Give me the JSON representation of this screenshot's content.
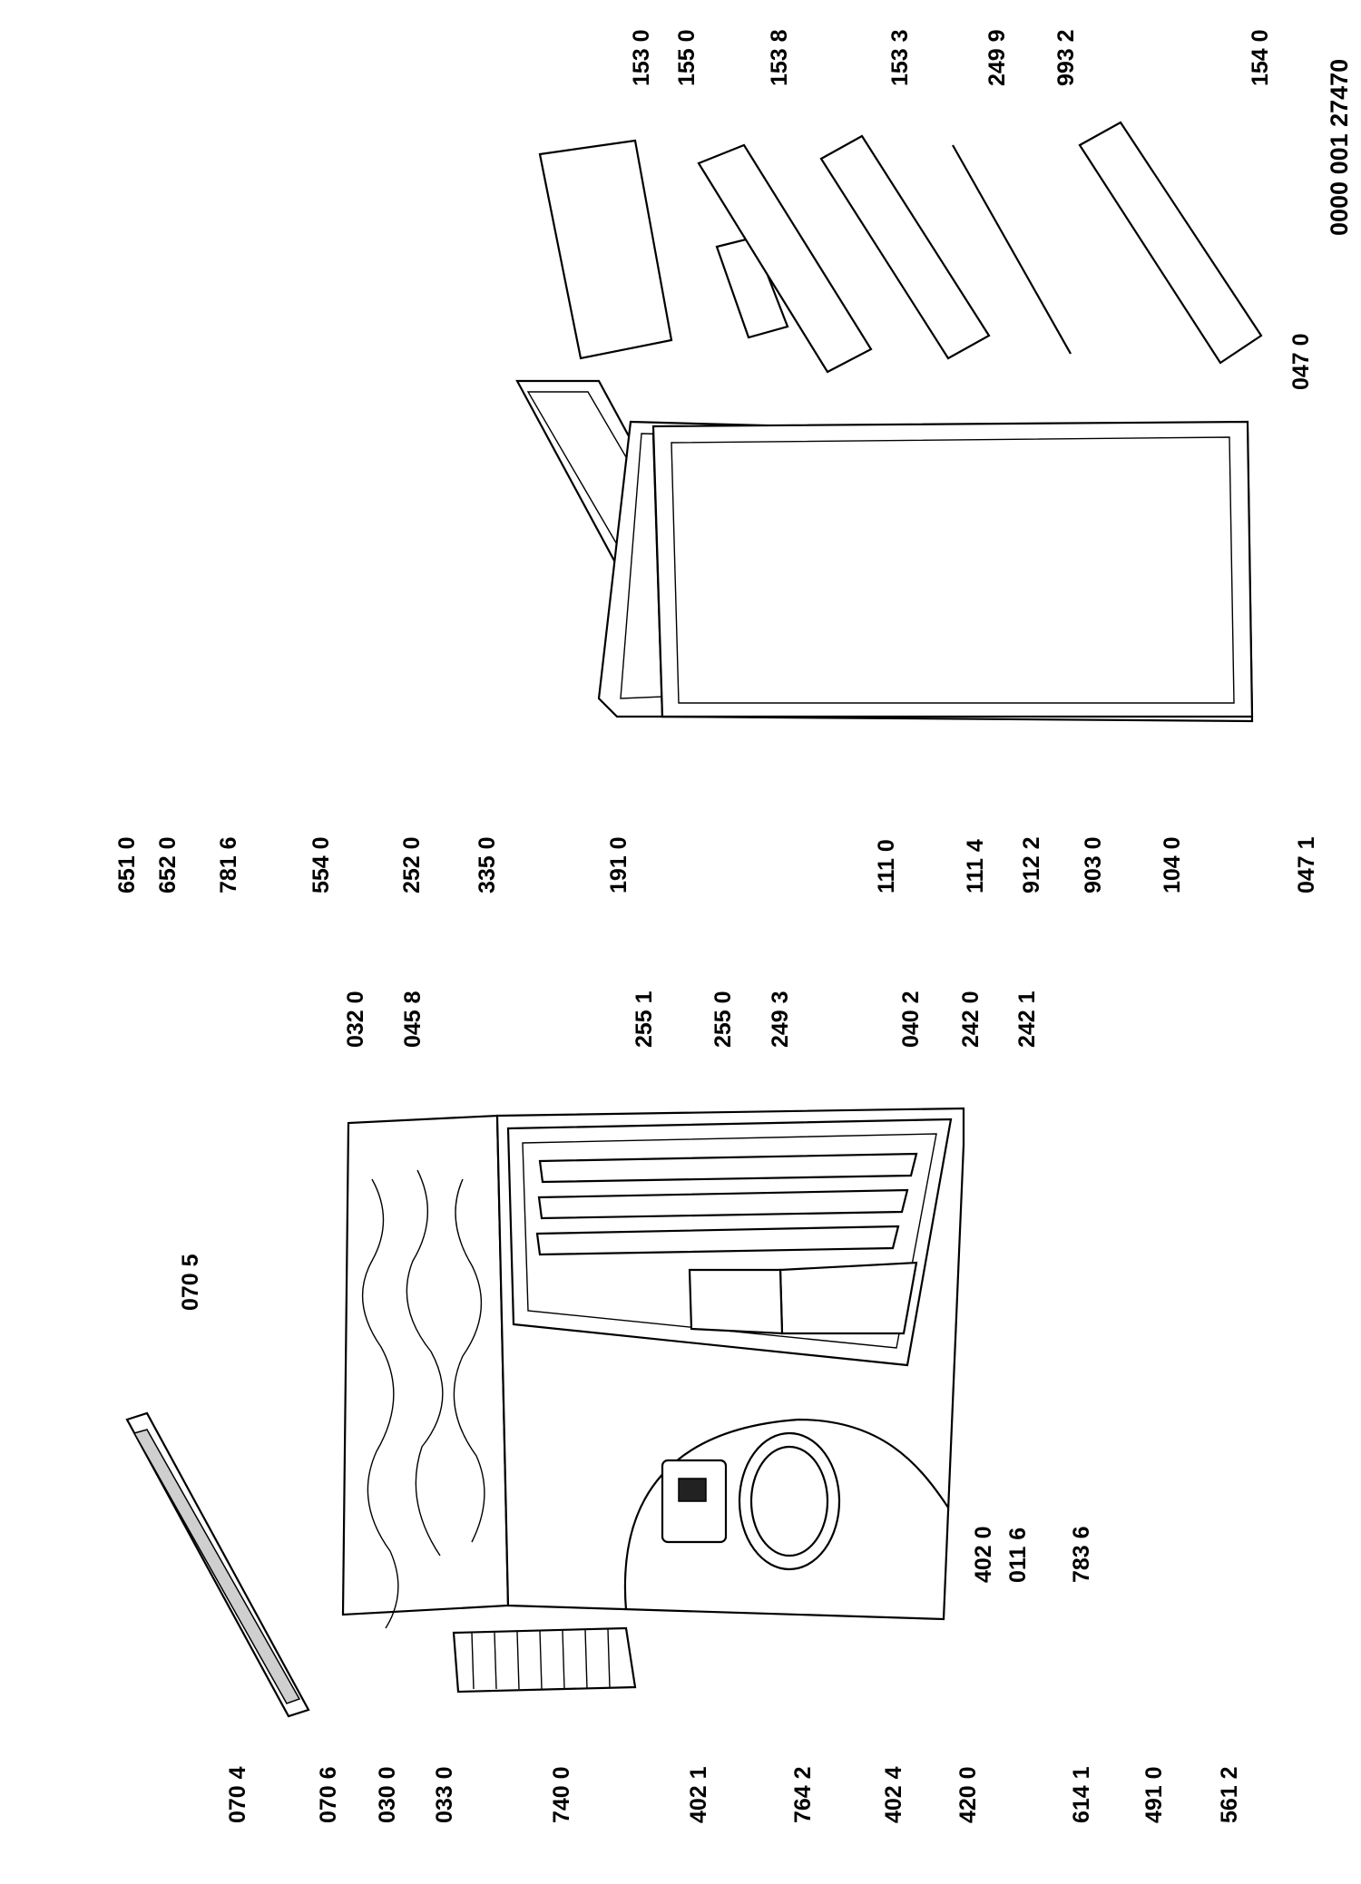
{
  "document_number": "0000 001 27470",
  "parts": {
    "p0704": "070 4",
    "p0706": "070 6",
    "p0300": "030 0",
    "p0330": "033 0",
    "p7400": "740 0",
    "p4021": "402 1",
    "p7642": "764 2",
    "p4024": "402 4",
    "p4200": "420 0",
    "p6141": "614 1",
    "p4910": "491 0",
    "p5612": "561 2",
    "p0705": "070 5",
    "p4020": "402 0",
    "p0116": "011 6",
    "p7836": "783 6",
    "p0320": "032 0",
    "p0458": "045 8",
    "p2551": "255 1",
    "p2550": "255 0",
    "p2493": "249 3",
    "p0402": "040 2",
    "p2420": "242 0",
    "p2421": "242 1",
    "p6510": "651 0",
    "p6520": "652 0",
    "p7816": "781 6",
    "p5540": "554 0",
    "p2520": "252 0",
    "p3350": "335 0",
    "p1910": "191 0",
    "p1110": "111 0",
    "p1114": "111 4",
    "p9122": "912 2",
    "p9030": "903 0",
    "p1040": "104 0",
    "p0471": "047 1",
    "p0470": "047 0",
    "p1530": "153 0",
    "p1550": "155 0",
    "p1538": "153 8",
    "p1533": "153 3",
    "p2499": "249 9",
    "p9932": "993 2",
    "p1540": "154 0"
  }
}
